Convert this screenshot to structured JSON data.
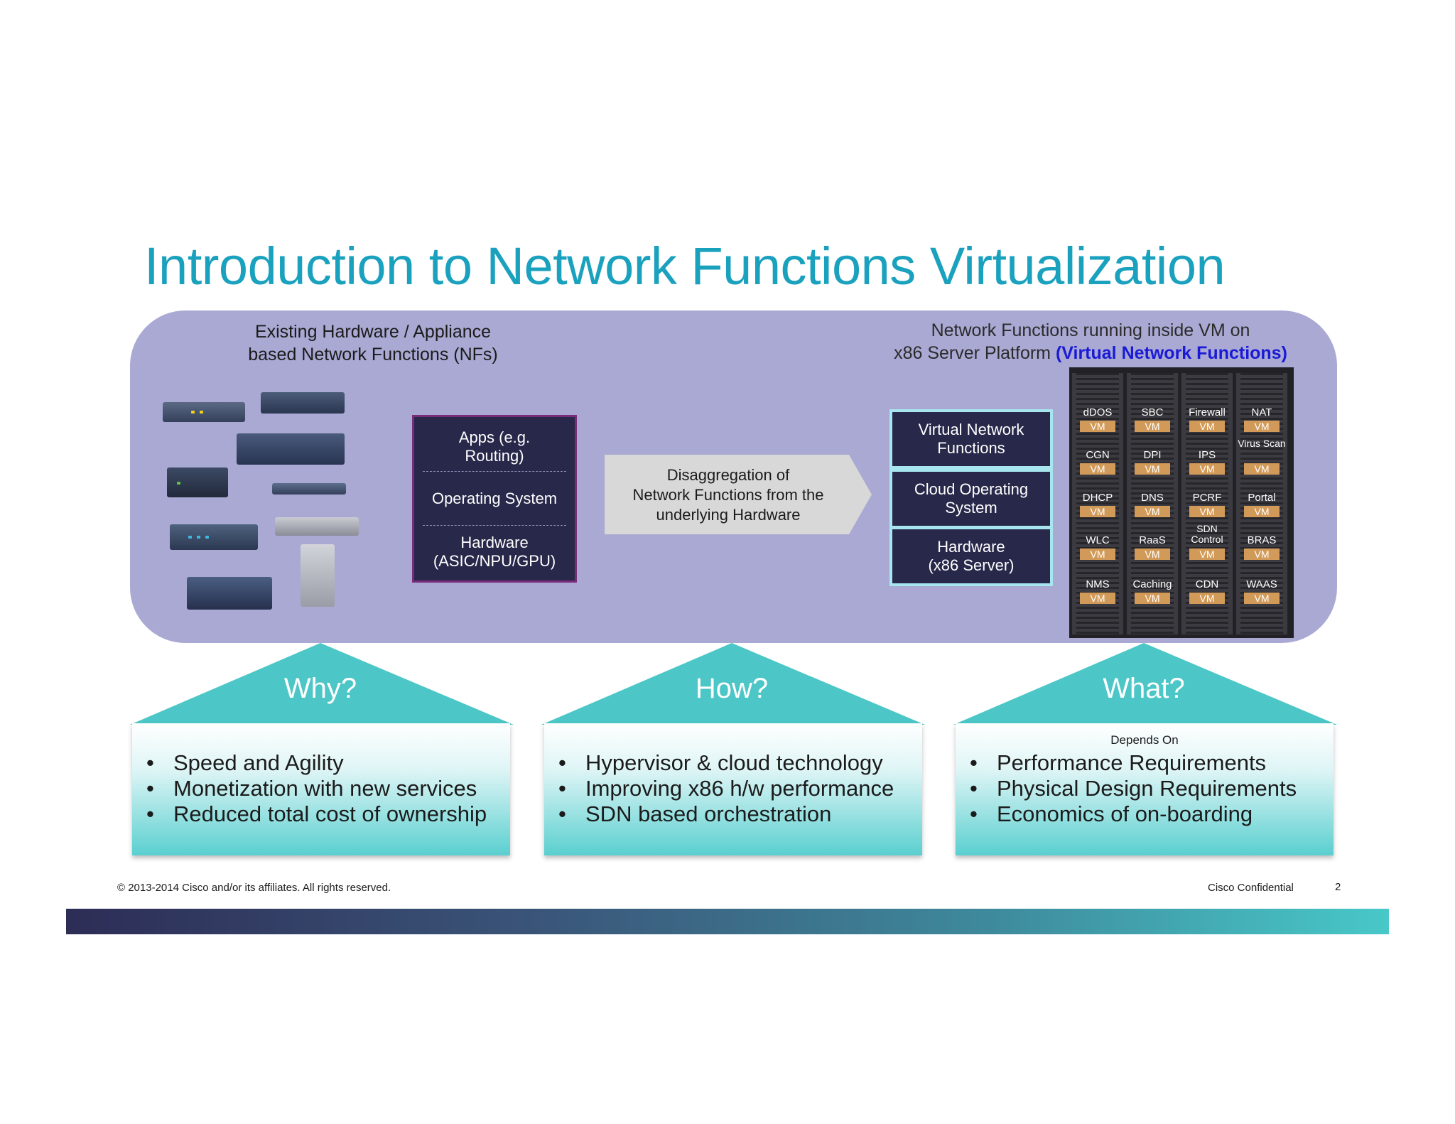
{
  "title": "Introduction to Network Functions Virtualization",
  "left_caption": {
    "line1": "Existing Hardware / Appliance",
    "line2": "based Network Functions (NFs)"
  },
  "right_caption": {
    "line1": "Network Functions running inside VM on",
    "line2_prefix": "x86 Server Platform ",
    "line2_highlight": "(Virtual Network Functions)"
  },
  "left_stack": {
    "apps_line1": "Apps (e.g.",
    "apps_line2": "Routing)",
    "os": "Operating System",
    "hw_line1": "Hardware",
    "hw_line2": "(ASIC/NPU/GPU)"
  },
  "arrow": {
    "line1": "Disaggregation of",
    "line2": "Network Functions from the",
    "line3": "underlying Hardware"
  },
  "right_stack": {
    "vnf_line1": "Virtual Network",
    "vnf_line2": "Functions",
    "cos_line1": "Cloud Operating",
    "cos_line2": "System",
    "hw_line1": "Hardware",
    "hw_line2": "(x86 Server)"
  },
  "rack": {
    "vm_label": "VM",
    "rows": [
      [
        "dDOS",
        "SBC",
        "Firewall",
        "NAT"
      ],
      [
        "CGN",
        "DPI",
        "IPS",
        "Virus Scan"
      ],
      [
        "DHCP",
        "DNS",
        "PCRF",
        "Portal"
      ],
      [
        "WLC",
        "RaaS",
        "SDN Control",
        "BRAS"
      ],
      [
        "NMS",
        "Caching",
        "CDN",
        "WAAS"
      ]
    ]
  },
  "why": {
    "label": "Why?",
    "items": [
      "Speed and Agility",
      "Monetization with new services",
      "Reduced total cost of ownership"
    ]
  },
  "how": {
    "label": "How?",
    "items": [
      "Hypervisor & cloud technology",
      "Improving x86 h/w performance",
      "SDN based orchestration"
    ]
  },
  "what": {
    "label": "What?",
    "subtitle": "Depends On",
    "items": [
      "Performance Requirements",
      "Physical Design Requirements",
      "Economics of on-boarding"
    ]
  },
  "footer": {
    "copyright": "© 2013-2014  Cisco and/or its affiliates. All rights reserved.",
    "confidential": "Cisco Confidential",
    "page": "2"
  },
  "colors": {
    "title": "#1aa1be",
    "panel": "#a9a9d4",
    "box": "#27284a",
    "teal": "#4cc6c6",
    "vnf_highlight": "#1a1ad6",
    "vm_tag": "#d29a58"
  }
}
